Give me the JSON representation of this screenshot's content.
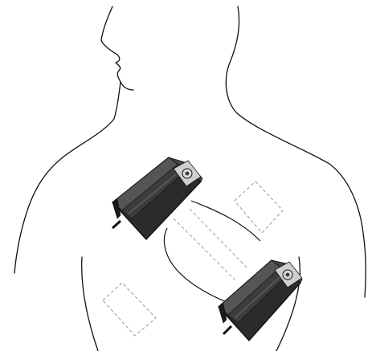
{
  "figure": {
    "palette": {
      "background": "#ffffff",
      "outline": "#111111",
      "device_body": "#2b2b2b",
      "device_shadow": "#1a1a1a",
      "device_highlight": "#6a6a6a",
      "button_face": "#d9d9d9",
      "button_center": "#3a3a3a",
      "placement_box": "#9a9a9a"
    },
    "icons": [
      "torso-outline",
      "upper-device",
      "lower-device",
      "connecting-cable",
      "placement-pads"
    ]
  }
}
